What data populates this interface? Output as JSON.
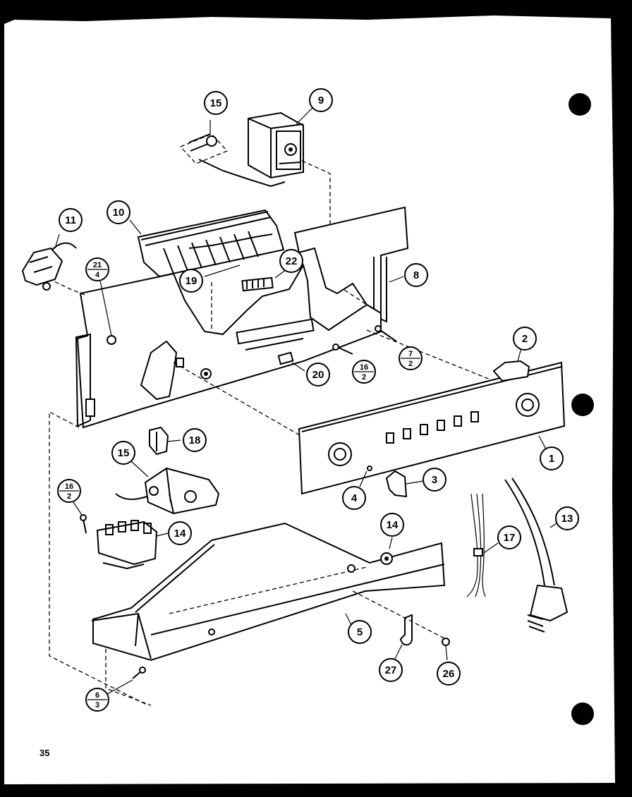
{
  "page_number": "35",
  "callouts": {
    "c1": "1",
    "c2": "2",
    "c3": "3",
    "c4": "4",
    "c5": "5",
    "c8": "8",
    "c9": "9",
    "c10": "10",
    "c11": "11",
    "c13": "13",
    "c14a": "14",
    "c14b": "14",
    "c15a": "15",
    "c15b": "15",
    "c17": "17",
    "c18": "18",
    "c19": "19",
    "c20": "20",
    "c22": "22",
    "c26": "26",
    "c27": "27"
  },
  "fraction_callouts": {
    "f21_4": {
      "top": "21",
      "bottom": "4"
    },
    "f16_2a": {
      "top": "16",
      "bottom": "2"
    },
    "f7_2": {
      "top": "7",
      "bottom": "2"
    },
    "f16_2b": {
      "top": "16",
      "bottom": "2"
    },
    "f6_3": {
      "top": "6",
      "bottom": "3"
    }
  }
}
